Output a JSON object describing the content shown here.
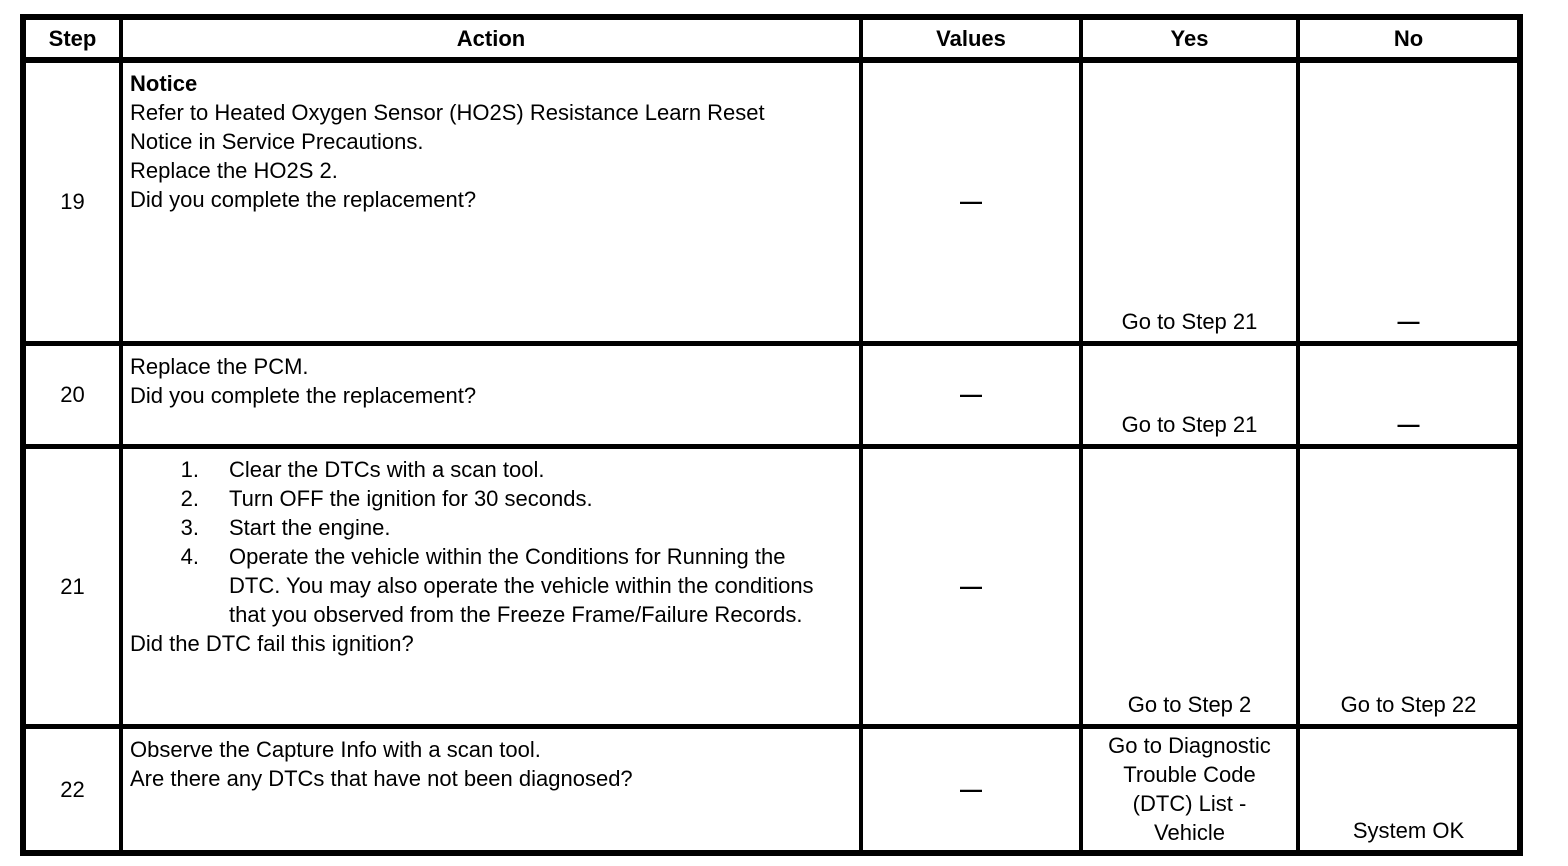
{
  "table": {
    "columns": [
      "Step",
      "Action",
      "Values",
      "Yes",
      "No"
    ],
    "rows": [
      {
        "step": "19",
        "action_notice": "Notice",
        "action_p1": "Refer to Heated Oxygen Sensor (HO2S) Resistance Learn Reset Notice in Service Precautions.",
        "action_p2": "Replace the HO2S 2.",
        "question": "Did you complete the replacement?",
        "values": "—",
        "yes": "Go to Step 21",
        "no": "—"
      },
      {
        "step": "20",
        "action_p1": "Replace the PCM.",
        "question": "Did you complete the replacement?",
        "values": "—",
        "yes": "Go to Step 21",
        "no": "—"
      },
      {
        "step": "21",
        "action_list": [
          {
            "num": "1.",
            "text": "Clear the DTCs with a scan tool."
          },
          {
            "num": "2.",
            "text": "Turn OFF the ignition for 30 seconds."
          },
          {
            "num": "3.",
            "text": "Start the engine."
          },
          {
            "num": "4.",
            "text": "Operate the vehicle within the Conditions for Running the DTC. You may also operate the vehicle within the conditions that you observed from the Freeze Frame/Failure Records."
          }
        ],
        "question": "Did the DTC fail this ignition?",
        "values": "—",
        "yes": "Go to Step 2",
        "no": "Go to Step 22"
      },
      {
        "step": "22",
        "action_p1": "Observe the Capture Info with a scan tool.",
        "question": "Are there any DTCs that have not been diagnosed?",
        "values": "—",
        "yes": "Go to Diagnostic Trouble Code (DTC) List - Vehicle",
        "no": "System OK"
      }
    ]
  }
}
